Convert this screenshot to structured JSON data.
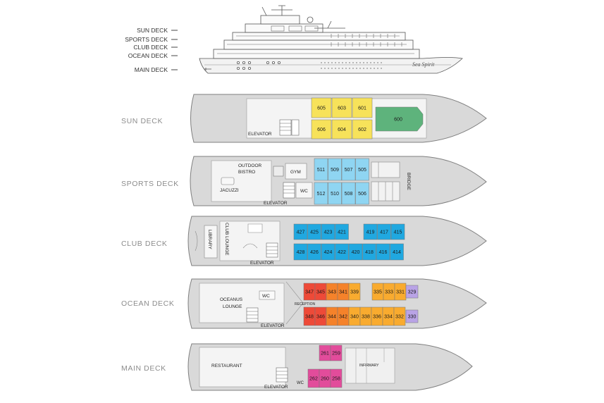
{
  "colors": {
    "hull": "#d9d9d9",
    "outline": "#7f7f7f",
    "yellow": "#f7e25a",
    "green": "#5eb37c",
    "sky": "#8fd5f2",
    "blue": "#20a8e0",
    "red": "#ee4a38",
    "orange": "#f5822a",
    "amber": "#f9ab2f",
    "lavender": "#b9a3e6",
    "magenta": "#e24c9b"
  },
  "ship": {
    "name": "Sea Spirit",
    "labels": [
      "SUN DECK",
      "SPORTS DECK",
      "CLUB DECK",
      "OCEAN DECK",
      "MAIN DECK"
    ]
  },
  "decks": [
    {
      "name": "SUN DECK",
      "labels": [
        "ELEVATOR"
      ],
      "cabins": [
        "605",
        "603",
        "601",
        "606",
        "604",
        "602",
        "600"
      ]
    },
    {
      "name": "SPORTS DECK",
      "labels": [
        "OUTDOOR BISTRO",
        "GYM",
        "WC",
        "JACUZZI",
        "ELEVATOR",
        "BRIDGE"
      ],
      "cabins": [
        "511",
        "509",
        "507",
        "505",
        "512",
        "510",
        "508",
        "506"
      ]
    },
    {
      "name": "CLUB DECK",
      "labels": [
        "LIBRARY",
        "CLUB LOUNGE",
        "ELEVATOR"
      ],
      "cabins": [
        "427",
        "425",
        "423",
        "421",
        "419",
        "417",
        "415",
        "428",
        "426",
        "424",
        "422",
        "420",
        "418",
        "416",
        "414"
      ]
    },
    {
      "name": "OCEAN DECK",
      "labels": [
        "OCEANUS LOUNGE",
        "WC",
        "RECEPTION",
        "ELEVATOR"
      ],
      "cabins": [
        "347",
        "345",
        "343",
        "341",
        "339",
        "335",
        "333",
        "331",
        "329",
        "348",
        "346",
        "344",
        "342",
        "340",
        "338",
        "336",
        "334",
        "332",
        "330"
      ]
    },
    {
      "name": "MAIN DECK",
      "labels": [
        "RESTAURANT",
        "INFIRMARY",
        "ELEVATOR",
        "WC"
      ],
      "cabins": [
        "261",
        "259",
        "262",
        "260",
        "258"
      ]
    }
  ]
}
